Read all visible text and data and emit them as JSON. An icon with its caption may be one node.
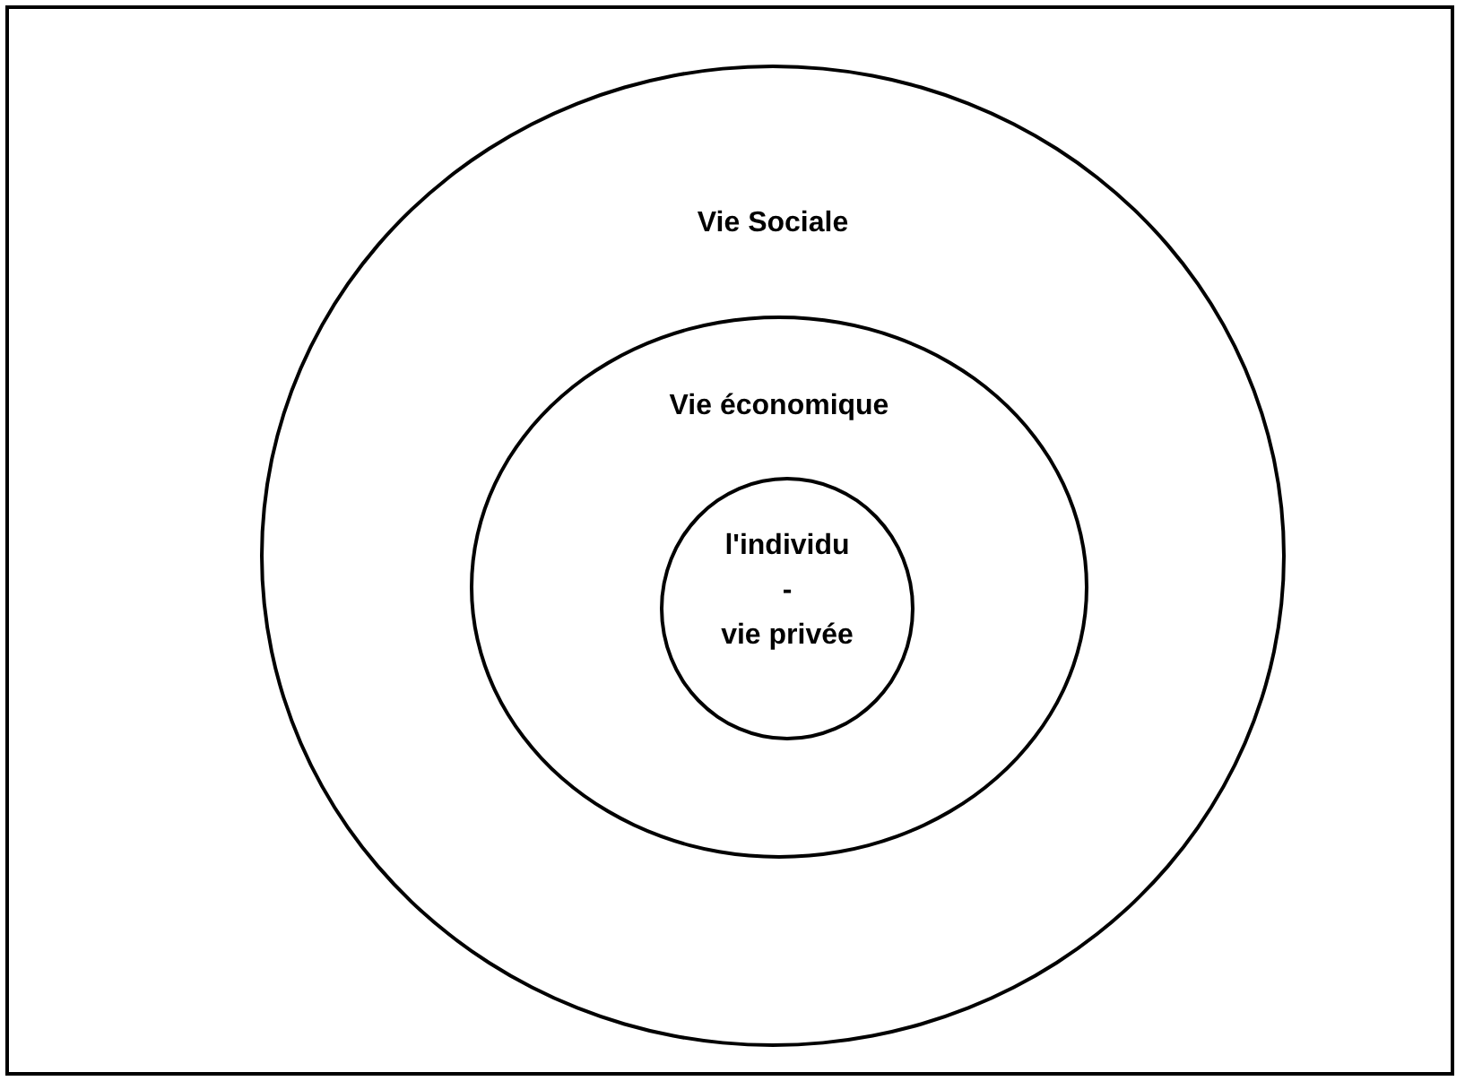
{
  "diagram": {
    "nodes": [
      {
        "text": [
          "Vie Sociale"
        ]
      },
      {
        "text": [
          "Vie économique"
        ],
        "in": 0
      },
      {
        "text": [
          "l'individu",
          "-",
          "vie privée"
        ],
        "in": 1
      }
    ]
  }
}
